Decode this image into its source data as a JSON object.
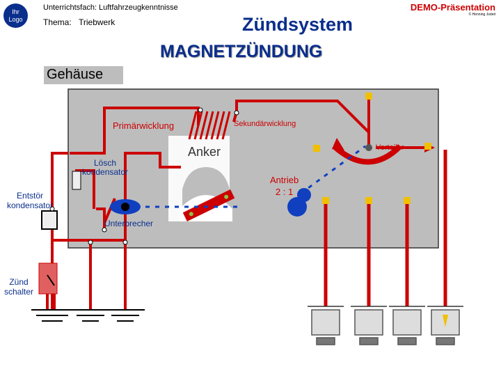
{
  "header": {
    "logo": "Ihr\nLogo",
    "subject_label": "Unterrichtsfach:",
    "subject": "Luftfahrzeugkenntnisse",
    "topic_label": "Thema:",
    "topic": "Triebwerk",
    "demo": "DEMO-Präsentation",
    "copyright": "© Henning Jodeit"
  },
  "titles": {
    "main": "Zündsystem",
    "sub": "MAGNETZÜNDUNG",
    "housing": "Gehäuse"
  },
  "labels": {
    "primary": "Primärwicklung",
    "secondary": "Sekundärwicklung",
    "anchor": "Anker",
    "distributor": "Verteiler",
    "drive": "Antrieb\n2 : 1",
    "loesch": "Lösch\nkondensator",
    "entstoer": "Entstör\nkondensator",
    "breaker": "Unterbrecher",
    "switch": "Zünd\nschalter"
  },
  "colors": {
    "wire": "#cc0000",
    "housing": "#bdbdbd",
    "blue": "#1040c0",
    "node": "#f0c000",
    "title": "#0a2e8c"
  }
}
